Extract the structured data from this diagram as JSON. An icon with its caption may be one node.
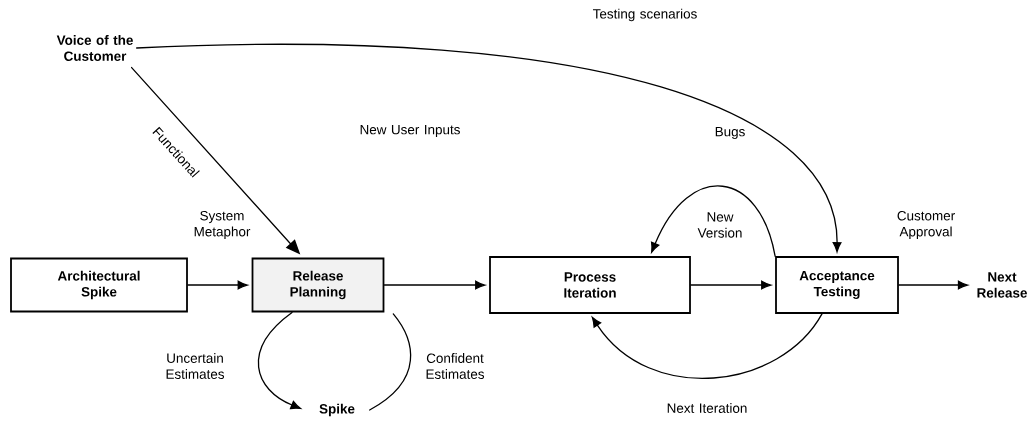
{
  "diagram": {
    "nodes": [
      {
        "text": [
          "Voice of the Customer"
        ]
      },
      {
        "text": [
          "Architectural Spike"
        ]
      },
      {
        "text": [
          "Release Planning"
        ]
      },
      {
        "text": [
          "Process Iteration"
        ]
      },
      {
        "text": [
          "Acceptance Testing"
        ]
      },
      {
        "text": [
          "Next Release"
        ]
      },
      {
        "text": [
          "Spike"
        ]
      }
    ],
    "edges": [
      {
        "from": 0,
        "to": 2,
        "arrow": "to",
        "label": "Functional"
      },
      {
        "from": 0,
        "to": 4,
        "arrow": "to",
        "label": "Testing scenarios"
      },
      {
        "from": 1,
        "to": 2,
        "arrow": "to"
      },
      {
        "from": 2,
        "to": 3,
        "arrow": "to"
      },
      {
        "from": 3,
        "to": 4,
        "arrow": "to"
      },
      {
        "from": 4,
        "to": 5,
        "arrow": "to"
      },
      {
        "from": 2,
        "to": 6,
        "arrow": "to",
        "label": "Uncertain Estimates"
      },
      {
        "from": 6,
        "to": 2,
        "arrow": "none",
        "label": "Confident Estimates"
      },
      {
        "from": 4,
        "to": 3,
        "arrow": "to",
        "label": "New Version"
      },
      {
        "from": 4,
        "to": 3,
        "arrow": "to",
        "label": "Next Iteration"
      }
    ],
    "labels": [
      "System Metaphor",
      "New User Inputs",
      "Bugs",
      "Customer Approval"
    ]
  }
}
